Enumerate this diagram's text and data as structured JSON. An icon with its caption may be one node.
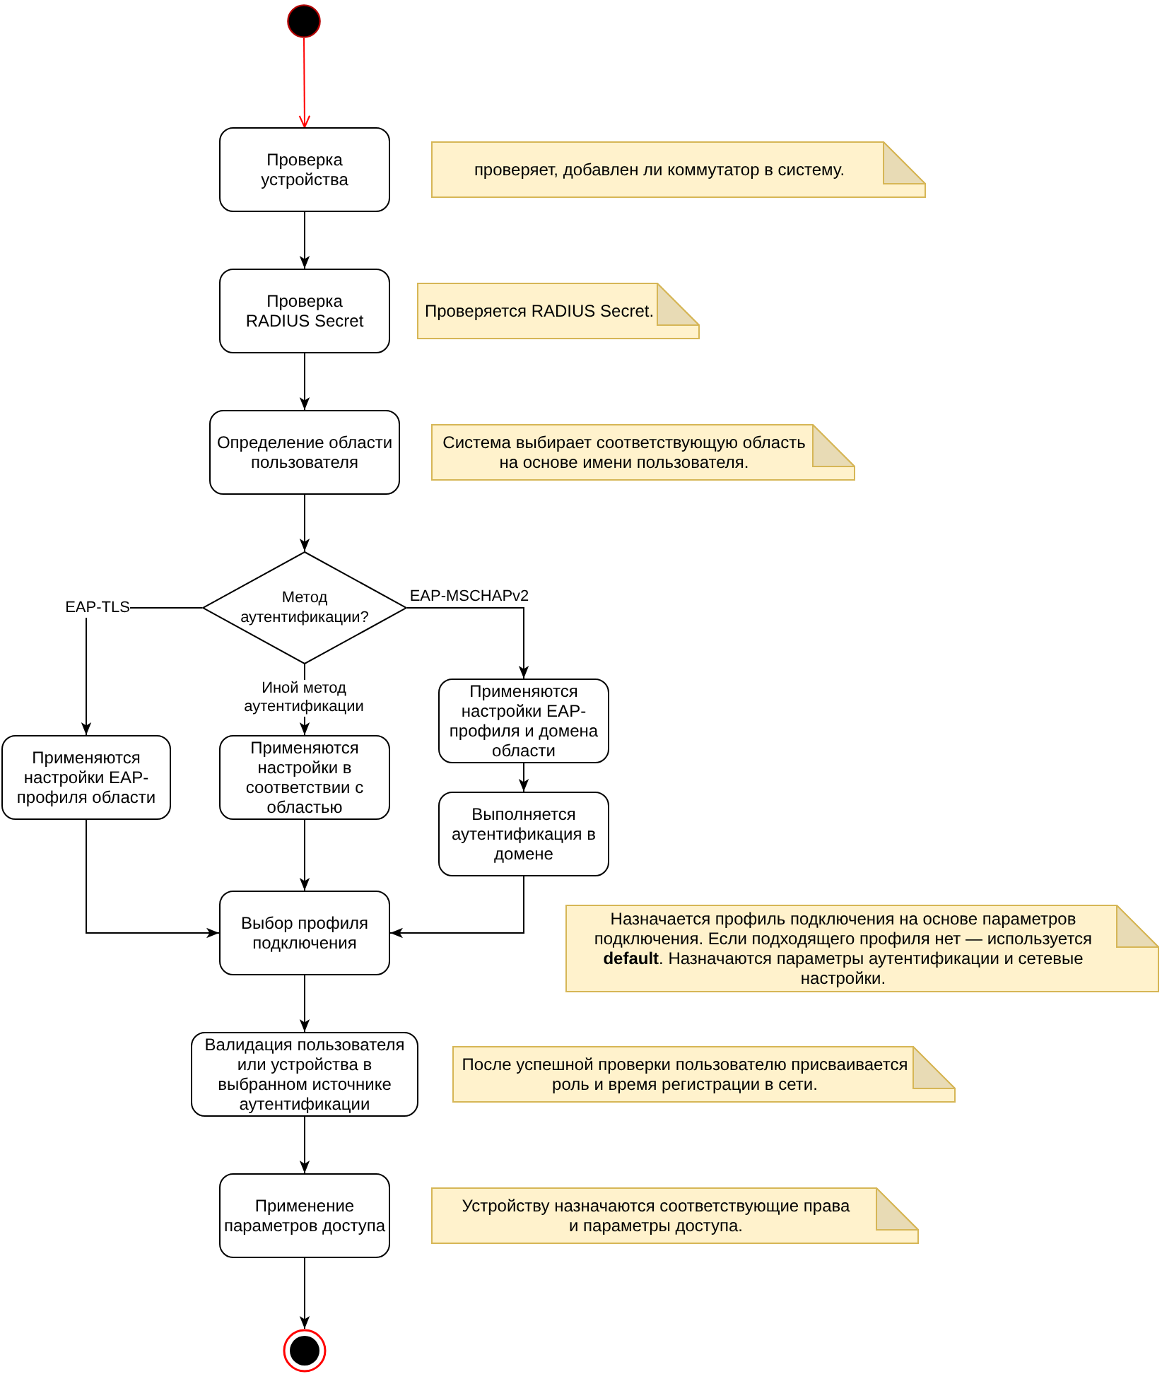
{
  "diagram": {
    "nodes": [
      {
        "text": [],
        "shape": "circle"
      },
      {
        "text": [
          "Проверка устройства"
        ]
      },
      {
        "text": [
          "проверяет, добавлен ли коммутатор в систему."
        ]
      },
      {
        "text": [
          "Проверка RADIUS Secret"
        ]
      },
      {
        "text": [
          "Проверяется RADIUS Secret."
        ]
      },
      {
        "text": [
          "Определение области пользователя"
        ]
      },
      {
        "text": [
          "Система выбирает соответствующую область на основе имени пользователя."
        ]
      },
      {
        "text": [
          "Метод аутентификации?"
        ]
      },
      {
        "text": [
          "Применяются настройки EAP-профиля области"
        ]
      },
      {
        "text": [
          "Применяются настройки в соответствии с областью"
        ]
      },
      {
        "text": [
          "Применяются настройки EAP-профиля и домена области"
        ]
      },
      {
        "text": [
          "Выполняется аутентификация в домене"
        ]
      },
      {
        "text": [
          "Выбор профиля подключения"
        ]
      },
      {
        "text": [
          "Назначается профиль подключения на основе параметров подключения. Если подходящего профиля нет — используется **default**. Назначаются параметры аутентификации и сетевые настройки."
        ]
      },
      {
        "text": [
          "Валидация пользователя или устройства в выбранном источнике аутентификации"
        ]
      },
      {
        "text": [
          "После успешной проверки пользователю присваивается роль и время регистрации в сети."
        ]
      },
      {
        "text": [
          "Применение параметров доступа"
        ]
      },
      {
        "text": [
          "Устройству назначаются соответствующие права и параметры доступа."
        ]
      },
      {
        "text": [],
        "shape": "circle"
      }
    ],
    "edges": [
      {
        "from": 0,
        "to": 1,
        "arrow": "to",
        "color": "#ff0000"
      },
      {
        "from": 1,
        "to": 3,
        "arrow": "to"
      },
      {
        "from": 3,
        "to": 5,
        "arrow": "to"
      },
      {
        "from": 5,
        "to": 7,
        "arrow": "to"
      },
      {
        "from": 7,
        "to": 8,
        "arrow": "to",
        "label": "EAP-TLS"
      },
      {
        "from": 7,
        "to": 9,
        "arrow": "to",
        "label": "Иной метод аутентификации"
      },
      {
        "from": 7,
        "to": 10,
        "arrow": "to",
        "label": "EAP-MSCHAPv2"
      },
      {
        "from": 10,
        "to": 11,
        "arrow": "to"
      },
      {
        "from": 8,
        "to": 12,
        "arrow": "to"
      },
      {
        "from": 9,
        "to": 12,
        "arrow": "to"
      },
      {
        "from": 11,
        "to": 12,
        "arrow": "to"
      },
      {
        "from": 12,
        "to": 14,
        "arrow": "to"
      },
      {
        "from": 14,
        "to": 16,
        "arrow": "to"
      },
      {
        "from": 16,
        "to": 18,
        "arrow": "to"
      }
    ]
  }
}
